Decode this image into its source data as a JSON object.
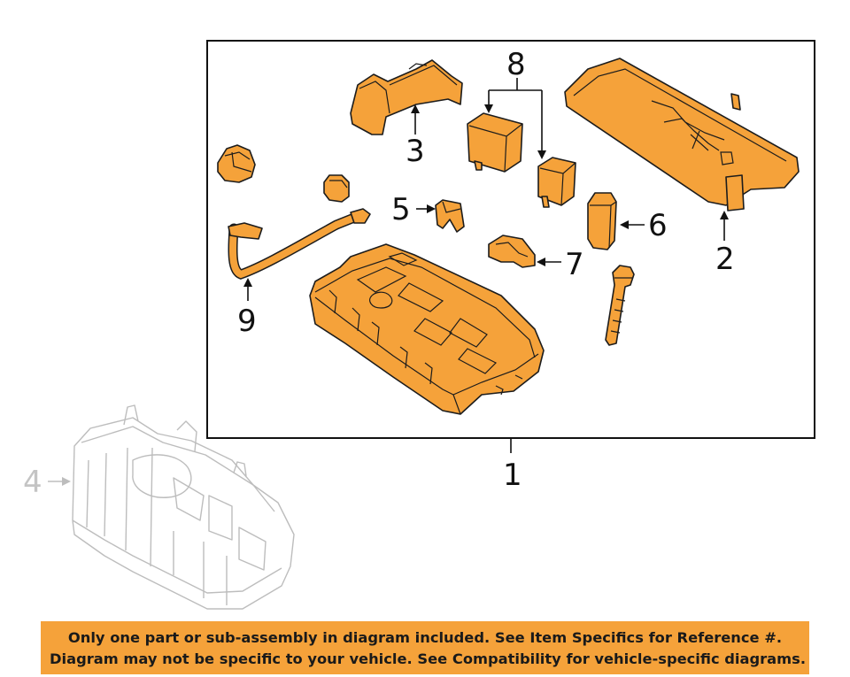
{
  "callouts": {
    "c1": "1",
    "c2": "2",
    "c3": "3",
    "c4": "4",
    "c5": "5",
    "c6": "6",
    "c7": "7",
    "c8": "8",
    "c9": "9"
  },
  "notice": {
    "line1": "Only one part or sub-assembly in diagram included. See Item Specifics for Reference #.",
    "line2": "Diagram may not be specific to your vehicle. See Compatibility for vehicle-specific diagrams."
  },
  "colors": {
    "part": "#f5a23a",
    "ghost": "#bdbdbd",
    "outline": "#1c1c1c"
  }
}
